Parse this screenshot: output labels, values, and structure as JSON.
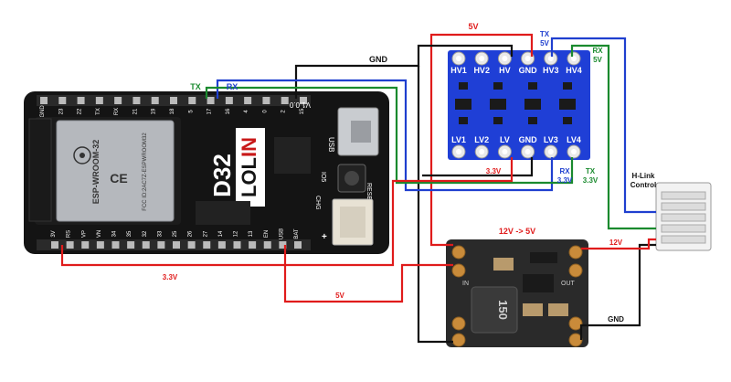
{
  "board": {
    "brand_lo": "LOL",
    "brand_in": "IN",
    "model": "D32",
    "version": "V1.0.0",
    "usb_label": "USB",
    "reset_label": "RESET",
    "chg_label": "CHG",
    "io5_label": "IO5",
    "plus_label": "+",
    "module_name": "ESP-WROOM-32",
    "fcc_label": "FCC ID:2AC7Z-ESPWROOM32",
    "top_pins": [
      "GND",
      "23",
      "22",
      "TX",
      "RX",
      "21",
      "19",
      "18",
      "5",
      "17",
      "16",
      "4",
      "0",
      "2",
      "15"
    ],
    "bottom_pins": [
      "3V",
      "RS",
      "VP",
      "VN",
      "34",
      "35",
      "32",
      "33",
      "25",
      "26",
      "27",
      "14",
      "12",
      "13",
      "EN",
      "USB",
      "BAT"
    ]
  },
  "level_shifter": {
    "top_labels": [
      "HV1",
      "HV2",
      "HV",
      "GND",
      "HV3",
      "HV4"
    ],
    "bottom_labels": [
      "LV1",
      "LV2",
      "LV",
      "GND",
      "LV3",
      "LV4"
    ]
  },
  "buck": {
    "title": "12V -> 5V",
    "inductor_label": "150",
    "in_label": "IN",
    "out_label": "OUT"
  },
  "connector": {
    "label_line1": "H-Link",
    "label_line2": "Control"
  },
  "wires": {
    "gnd_top": "GND",
    "v5_top": "5V",
    "tx_5v_line1": "TX",
    "tx_5v_line2": "5V",
    "rx_5v_line1": "RX",
    "rx_5v_line2": "5V",
    "tx_esp": "TX",
    "rx_esp": "RX",
    "v33_shifter": "3.3V",
    "rx_33_line1": "RX",
    "rx_33_line2": "3.3V",
    "tx_33_line1": "TX",
    "tx_33_line2": "3.3V",
    "v33_bottom": "3.3V",
    "v5_bottom": "5V",
    "v12": "12V",
    "gnd_right": "GND"
  },
  "colors": {
    "red": "#e01b1b",
    "black": "#111111",
    "blue": "#1f3fcf",
    "green": "#1a8a2e",
    "board": "#141414",
    "shifter": "#1f3fd6",
    "buck": "#2a2a2a"
  }
}
